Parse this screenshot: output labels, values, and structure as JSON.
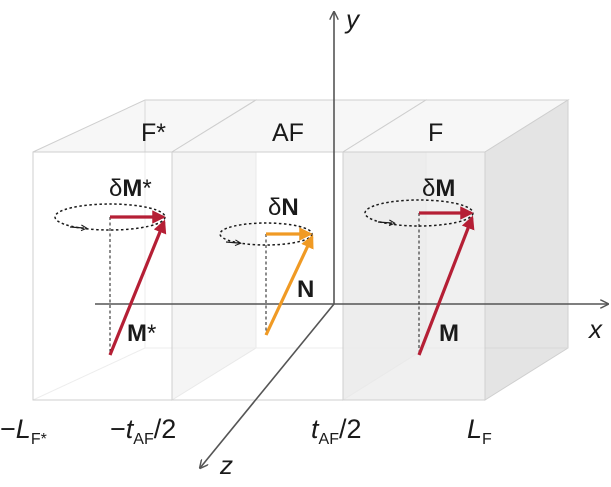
{
  "layers": {
    "f_star": "F*",
    "af": "AF",
    "f": "F"
  },
  "vectors": {
    "dm_star": {
      "delta": "δ",
      "sym": "M",
      "star": "*"
    },
    "m_star": {
      "sym": "M",
      "star": "*"
    },
    "dn": {
      "delta": "δ",
      "sym": "N"
    },
    "n": {
      "sym": "N"
    },
    "dm": {
      "delta": "δ",
      "sym": "M"
    },
    "m": {
      "sym": "M"
    }
  },
  "axes": {
    "x": "x",
    "y": "y",
    "z": "z"
  },
  "ticks": {
    "neg_lf": {
      "minus": "−",
      "sym": "L",
      "sub": "F*"
    },
    "neg_taf": {
      "minus": "−",
      "sym": "t",
      "sub": "AF",
      "div": "/2"
    },
    "taf": {
      "sym": "t",
      "sub": "AF",
      "div": "/2"
    },
    "lf": {
      "sym": "L",
      "sub": "F"
    }
  },
  "colors": {
    "magnetization": "#b51f35",
    "neel": "#f09a24",
    "box_edge": "#cfcfcf",
    "box_fill": "#efefef",
    "axis": "#555555"
  }
}
